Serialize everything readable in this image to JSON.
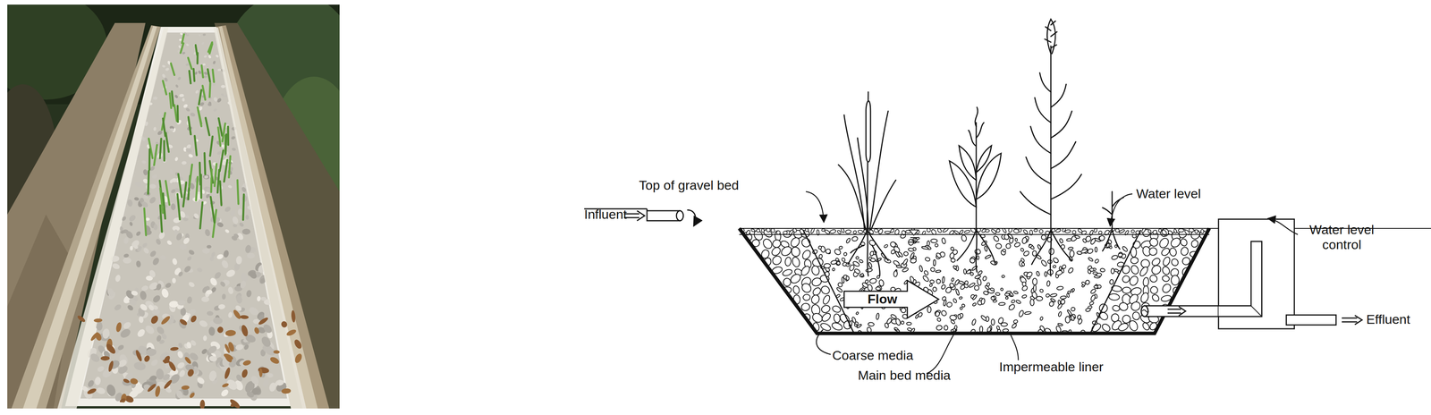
{
  "diagram": {
    "labels": [
      "Influent",
      "Top of gravel bed",
      "Water level",
      "Water level control",
      "Effluent",
      "Flow",
      "Coarse media",
      "Main bed media",
      "Impermeable liner"
    ]
  }
}
